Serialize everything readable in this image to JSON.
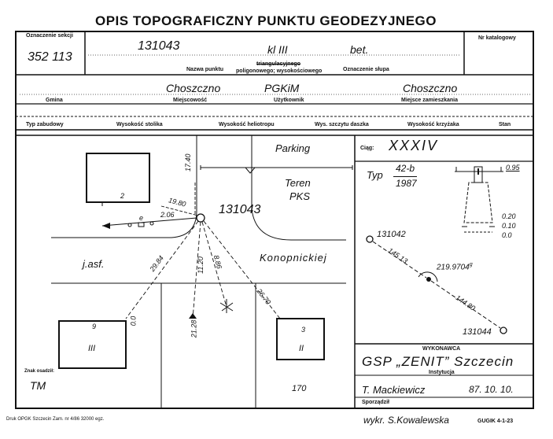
{
  "title": "OPIS TOPOGRAFICZNY PUNKTU GEODEZYJNEGO",
  "header": {
    "section_label": "Oznaczenie sekcji",
    "section_value": "352 113",
    "catalog_label": "Nr katalogowy",
    "point_number": "131043",
    "klasa": "kl III",
    "bet": "bet.",
    "point_name_label": "Nazwa punktu",
    "network_line1": "triangulacyjnego",
    "network_line2": "poligonowego; wysokościowego",
    "post_label": "Oznaczenie słupa"
  },
  "row2": {
    "gmina_value": "Choszczno",
    "gmina_label": "Gmina",
    "miejscowosc_label": "Miejscowość",
    "uzytkownik_value": "PGKiM",
    "uzytkownik_label": "Użytkownik",
    "zamieszkania_value": "Choszczno",
    "zamieszkania_label": "Miejsce zamieszkania"
  },
  "row3": {
    "labels": [
      "Typ zabudowy",
      "Wysokość stolika",
      "Wysokość heliotropu",
      "Wys. szczytu daszka",
      "Wysokość krzyżaka",
      "Stan"
    ]
  },
  "map": {
    "parking": "Parking",
    "teren": "Teren",
    "pks": "PKS",
    "point": "131043",
    "street": "Konopnickiej",
    "jasf": "j.asf.",
    "b2": "2",
    "b9": "9",
    "b9roman": "III",
    "b3": "3",
    "b3roman": "II",
    "d1740": "17.40",
    "d1980": "19.80",
    "d206": "2.06",
    "e": "e",
    "d2984": "29.84",
    "d1120": "11.20",
    "d886": "8.86",
    "d2670": "26.70",
    "d0": "0.0",
    "d2128": "21.28",
    "n170": "170"
  },
  "right_panel": {
    "ciag_label": "Ciąg:",
    "ciag_value": "XXXIV",
    "typ_label": "Typ",
    "typ_value": "42-b",
    "typ_year": "1987",
    "dim_095": "0.95",
    "dim_020": "0.20",
    "dim_010": "0.10",
    "dim_00": "0.0",
    "p1": "131042",
    "p2": "131044",
    "d1": "145.13",
    "d2": "144.80",
    "angle": "219.9704",
    "angle_sup": "g"
  },
  "footer": {
    "wykonawca_label": "WYKONAWCA",
    "institution": "GSP „ZENIT” Szczecin",
    "institution_label": "Instytucja",
    "author": "T. Mackiewicz",
    "date": "87. 10. 10.",
    "author_label": "Sporządził",
    "znak_label": "Znak osadził:",
    "znak_value": "TM",
    "wykr": "wykr. S.Kowalewska",
    "druk": "Druk OPGK Szczecin Zam. nr 4/86   32000 egz.",
    "gugik": "GUGIK 4-1-23"
  }
}
